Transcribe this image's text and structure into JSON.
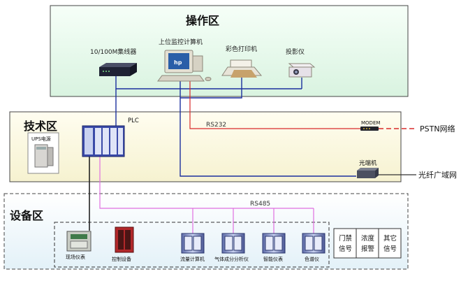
{
  "zones": {
    "operation": "操作区",
    "technical": "技术区",
    "equipment": "设备区"
  },
  "devices": {
    "hub": "10/100M集线器",
    "monitor_pc": "上位监控计算机",
    "color_printer": "彩色打印机",
    "projector": "投影仪",
    "plc": "PLC",
    "ups": "UPS电源",
    "modem": "MODEM",
    "optical_terminal": "光端机",
    "field_instrument": "现场仪表",
    "control_equipment": "控制设备",
    "flow_computer": "流量计算机",
    "gas_analyzer": "气体成分分析仪",
    "smart_meter": "智能仪表",
    "chromatograph": "色谱仪"
  },
  "buses": {
    "rs232": "RS232",
    "rs485": "RS485"
  },
  "networks": {
    "pstn": "PSTN网络",
    "fiber_wan": "光纤广域网"
  },
  "signals": [
    {
      "line1": "门禁",
      "line2": "信号"
    },
    {
      "line1": "浓度",
      "line2": "报警"
    },
    {
      "line1": "其它",
      "line2": "信号"
    }
  ],
  "colors": {
    "operation_zone_fill": "#eaf9ee",
    "technical_zone_fill": "#fbf9e2",
    "equipment_zone_fill": "#f0f7fb",
    "ethernet_line": "#1b2f9e",
    "rs232_line": "#d92b2b",
    "rs485_line": "#e070e0",
    "field_line": "#222222"
  }
}
